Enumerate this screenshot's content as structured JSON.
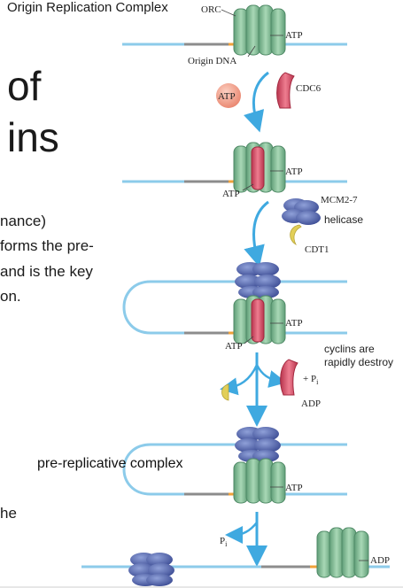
{
  "slide_text": {
    "fragment_of": "of",
    "fragment_ins": "ins",
    "fragment_nance": "nance)",
    "fragment_forms": "forms the pre-",
    "fragment_and": "and is the key",
    "fragment_on": "on.",
    "fragment_he": "he"
  },
  "labels": {
    "header": "Origin Replication Complex",
    "orc": "ORC",
    "atp1": "ATP",
    "origin_dna": "Origin DNA",
    "atp_ball": "ATP",
    "cdc6": "CDC6",
    "atp2": "ATP",
    "atp2_left": "ATP",
    "mcm": "MCM2-7",
    "helicase": "helicase",
    "cdt1": "CDT1",
    "atp3": "ATP",
    "atp3_left": "ATP",
    "cyclins_1": "cyclins are",
    "cyclins_2": "rapidly destroy",
    "pi_plus": "+ P",
    "pi_sub": "i",
    "adp1": "ADP",
    "pre_rc": "pre-replicative complex",
    "atp4": "ATP",
    "pi2": "P",
    "pi2_sub": "i",
    "adp2": "ADP"
  },
  "colors": {
    "dna": "#8ccbea",
    "origin_grey": "#8c8c8c",
    "origin_orange": "#f0a23a",
    "orc_green": "#7fb894",
    "orc_dark": "#4f8a66",
    "cdc6_red": "#d24a62",
    "mcm_blue": "#5a6cb0",
    "cdt1_yellow": "#e2cf58",
    "arrow_blue": "#3fa9e0",
    "atp_ball": "#f3a08c"
  }
}
